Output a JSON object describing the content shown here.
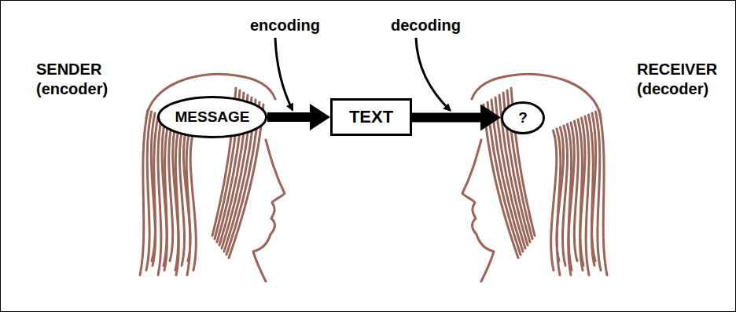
{
  "diagram": {
    "nodes": [
      {
        "text": [
          "MESSAGE"
        ]
      },
      {
        "text": [
          "TEXT"
        ]
      },
      {
        "text": [
          "?"
        ]
      }
    ],
    "edges": [
      {
        "from": 0,
        "to": 1,
        "arrow": "to",
        "label": "encoding"
      },
      {
        "from": 1,
        "to": 2,
        "arrow": "to",
        "label": "decoding"
      }
    ],
    "labels": [
      "SENDER (encoder)",
      "RECEIVER (decoder)"
    ]
  }
}
